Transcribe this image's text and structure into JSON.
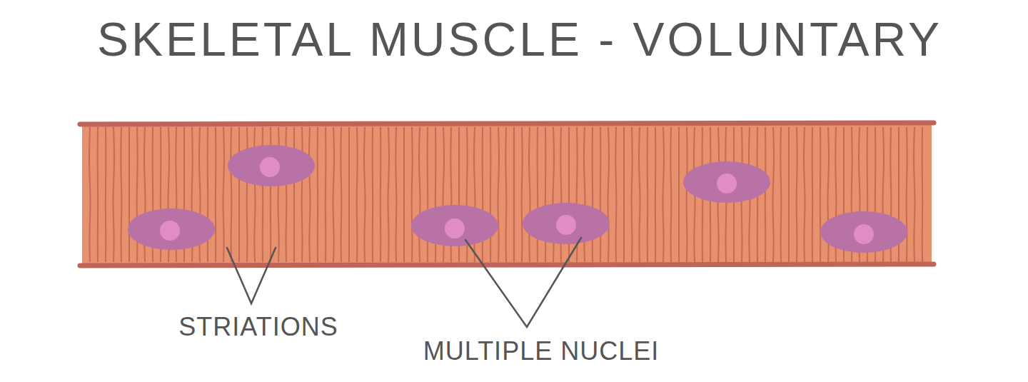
{
  "diagram": {
    "title": "SKELETAL MUSCLE - VOLUNTARY",
    "labels": [
      "STRIATIONS",
      "MULTIPLE NUCLEI"
    ]
  }
}
